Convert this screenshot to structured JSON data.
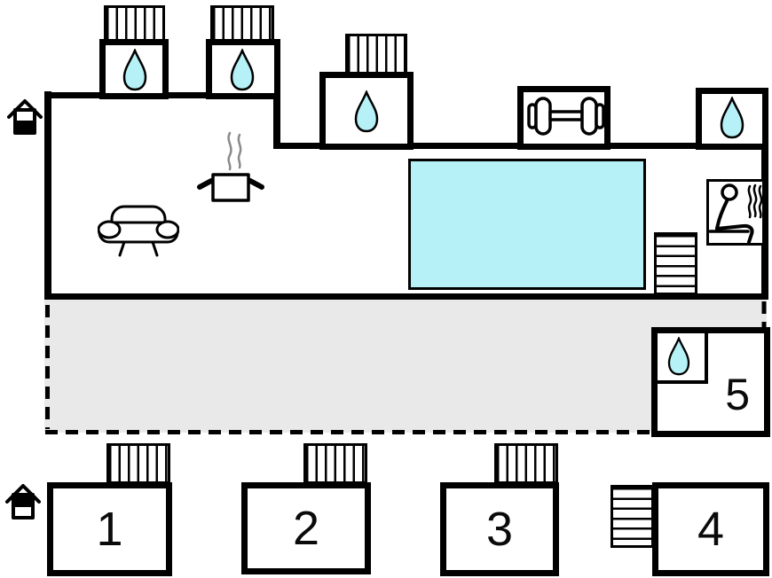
{
  "colors": {
    "wall": "#000000",
    "water": "#b5f1f7",
    "terrace": "#e9e9e9",
    "steam": "#8a8a8a"
  },
  "rooms": {
    "room1": {
      "label": "1"
    },
    "room2": {
      "label": "2"
    },
    "room3": {
      "label": "3"
    },
    "room4": {
      "label": "4"
    },
    "room5": {
      "label": "5"
    }
  },
  "icons": {
    "water_drop": "teardrop shape, cyan fill",
    "sofa": "sofa seen from above",
    "cooking_pot": "pot with steam (kitchen)",
    "dumbbell": "dumbbell (fitness)",
    "sauna": "seated person with heat waves",
    "stairs": "striped tread box",
    "entrance_steps": "vertical hatched box",
    "house_lower_floor": "house with lower band filled",
    "house_upper_floor": "house with upper band filled"
  }
}
